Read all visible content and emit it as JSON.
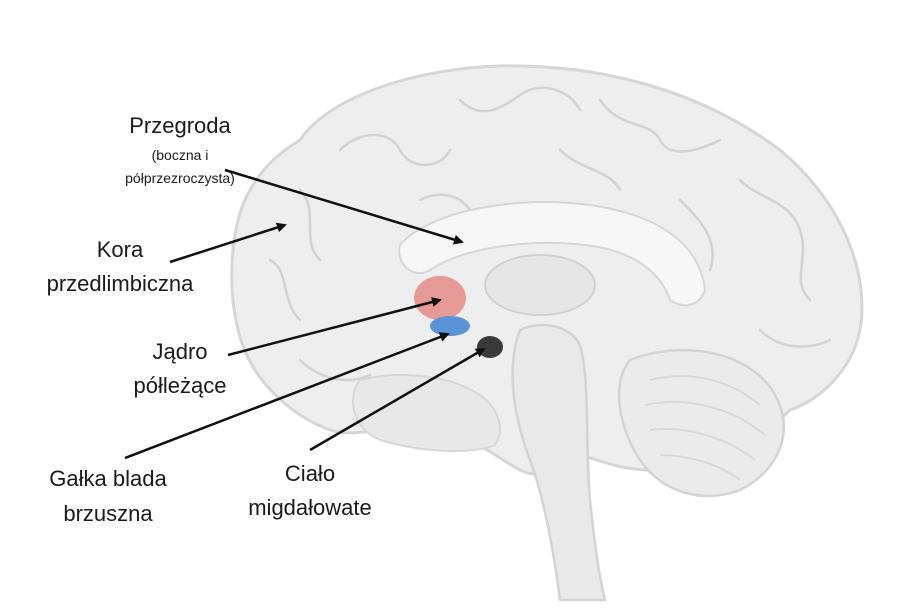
{
  "colors": {
    "brain_fill": "#eeeeee",
    "brain_stroke": "#d6d6d6",
    "septum_region": "#e59a96",
    "nucleus_region": "#5a94d6",
    "amygdala_region": "#3a3a3a",
    "arrow": "#111111"
  },
  "labels": {
    "septum_title": "Przegroda",
    "septum_sub_1": "(boczna i",
    "septum_sub_2": "półprzezroczysta)",
    "cortex_1": "Kora",
    "cortex_2": "przedlimbiczna",
    "nucleus_1": "Jądro",
    "nucleus_2": "półleżące",
    "pallidum_1": "Gałka blada",
    "pallidum_2": "brzuszna",
    "amygdala_1": "Ciało",
    "amygdala_2": "migdałowate"
  }
}
